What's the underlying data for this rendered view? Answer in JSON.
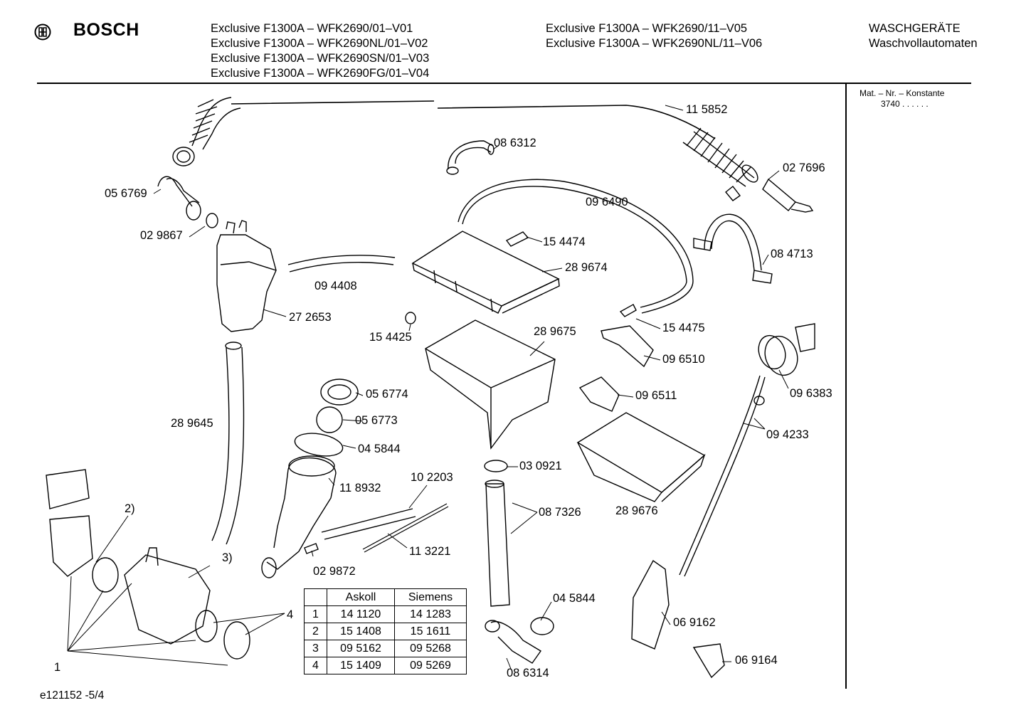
{
  "header": {
    "brand": "BOSCH",
    "models_left": [
      "Exclusive F1300A – WFK2690/01–V01",
      "Exclusive F1300A – WFK2690NL/01–V02",
      "Exclusive F1300A – WFK2690SN/01–V03",
      "Exclusive F1300A – WFK2690FG/01–V04"
    ],
    "models_right": [
      "Exclusive F1300A – WFK2690/11–V05",
      "Exclusive F1300A – WFK2690NL/11–V06"
    ],
    "category": [
      "WASCHGERÄTE",
      "Waschvollautomaten"
    ]
  },
  "side_panel": {
    "label": "Mat. – Nr. – Konstante",
    "value": "3740  .  .  .  .  .  ."
  },
  "parts": {
    "p115852": "11 5852",
    "p086312": "08 6312",
    "p027696": "02 7696",
    "p056769": "05 6769",
    "p096490": "09 6490",
    "p029867": "02 9867",
    "p154474": "15 4474",
    "p084713": "08 4713",
    "p289674": "28 9674",
    "p094408": "09 4408",
    "p272653": "27 2653",
    "p154475": "15 4475",
    "p289675": "28 9675",
    "p154425": "15 4425",
    "p096510": "09 6510",
    "p096383": "09 6383",
    "p096511": "09 6511",
    "p056774": "05 6774",
    "p289645": "28 9645",
    "p056773": "05 6773",
    "p094233": "09 4233",
    "p045844a": "04 5844",
    "p030921": "03 0921",
    "p102203": "10 2203",
    "p118932": "11 8932",
    "p087326": "08 7326",
    "p289676": "28 9676",
    "p113221": "11 3221",
    "p029872": "02 9872",
    "p045844b": "04 5844",
    "p069162": "06 9162",
    "p069164": "06 9164",
    "p086314": "08 6314",
    "ref1": "1",
    "ref2": "2)",
    "ref3": "3)",
    "ref4": "4"
  },
  "table": {
    "headers": [
      "",
      "Askoll",
      "Siemens"
    ],
    "rows": [
      [
        "1",
        "14 1120",
        "14 1283"
      ],
      [
        "2",
        "15 1408",
        "15 1611"
      ],
      [
        "3",
        "09 5162",
        "09 5268"
      ],
      [
        "4",
        "15 1409",
        "09 5269"
      ]
    ]
  },
  "footer": {
    "code": "e121152 -5/4"
  }
}
